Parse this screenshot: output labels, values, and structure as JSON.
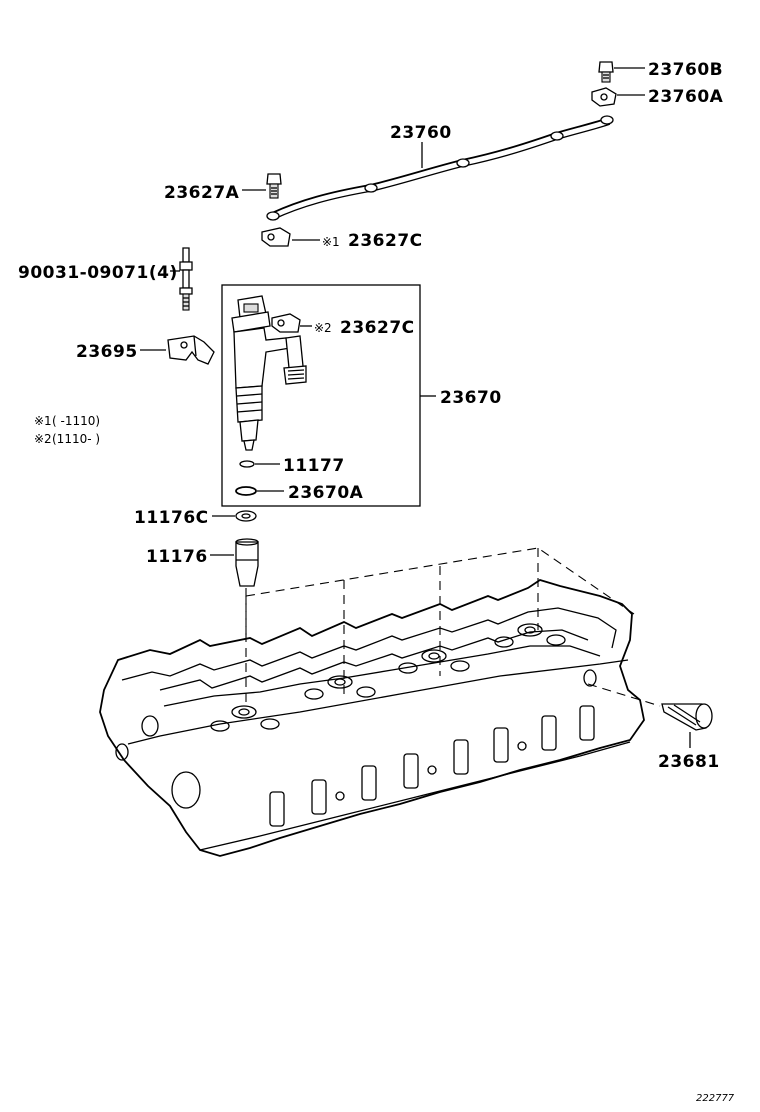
{
  "labels": {
    "p23760B": "23760B",
    "p23760A": "23760A",
    "p23760": "23760",
    "p23627A": "23627A",
    "p23627C_1": "23627C",
    "p23627C_2": "23627C",
    "p90031": "90031-09071(4)",
    "p23695": "23695",
    "p23670": "23670",
    "p11177": "11177",
    "p23670A": "23670A",
    "p11176C": "11176C",
    "p11176": "11176",
    "p23681": "23681"
  },
  "marks": {
    "m1": "※1",
    "m2": "※2"
  },
  "notes": {
    "note1_mark": "※1",
    "note1_text": "(      -1110)",
    "note2_mark": "※2",
    "note2_text": "(1110-      )"
  },
  "reference_number": "222777"
}
